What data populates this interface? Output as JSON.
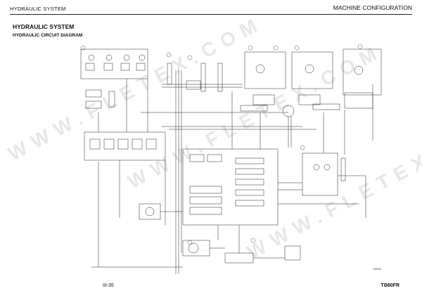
{
  "header": {
    "section": "HYDRAULIC SYSTEM",
    "chapter": "MACHINE CONFIGURATION"
  },
  "page_title": "HYDRAULIC SYSTEM",
  "subtitle": "HYDRAULIC CIRCUIT DIAGRAM",
  "footer": {
    "page": "III-35",
    "model": "TB80FR"
  },
  "figure_code": "LB096",
  "watermark": "WWW.FLETEX.COM"
}
